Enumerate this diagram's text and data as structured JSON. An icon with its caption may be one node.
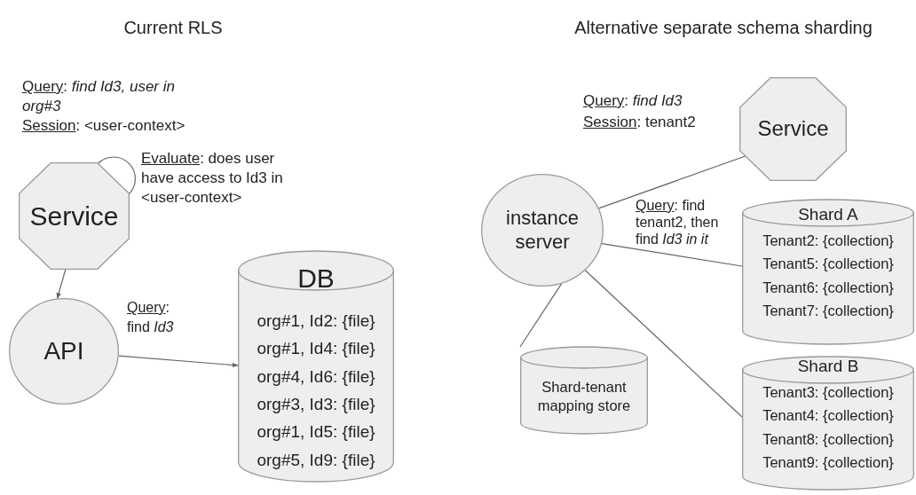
{
  "diagram": {
    "nodes": [
      {
        "text": [
          "Service"
        ],
        "beside": [
          "Query: *find Id3, user in org#3*",
          "Session: <user-context>",
          "Evaluate: does user have access to Id3 in <user-context>"
        ]
      },
      {
        "text": [
          "API"
        ]
      },
      {
        "text": [
          "DB",
          "org#1, Id2: {file}",
          "org#1, Id4: {file}",
          "org#4, Id6: {file}",
          "org#3, Id3: {file}",
          "org#1, Id5: {file}",
          "org#5, Id9: {file}"
        ]
      },
      {
        "text": [
          "Service"
        ],
        "beside": [
          "Query: *find Id3*",
          "Session: tenant2"
        ]
      },
      {
        "text": [
          "instance server"
        ]
      },
      {
        "text": [
          "Shard A",
          "Tenant2: {collection}",
          "Tenant5: {collection}",
          "Tenant6: {collection}",
          "Tenant7: {collection}"
        ]
      },
      {
        "text": [
          "Shard-tenant mapping store"
        ]
      },
      {
        "text": [
          "Shard B",
          "Tenant3: {collection}",
          "Tenant4: {collection}",
          "Tenant8: {collection}",
          "Tenant9: {collection}"
        ]
      }
    ],
    "edges": [
      {
        "from": 0,
        "to": 0,
        "arrow": "none"
      },
      {
        "from": 0,
        "to": 1,
        "arrow": "to"
      },
      {
        "from": 1,
        "to": 2,
        "arrow": "to",
        "label": "Query: find *Id3*"
      },
      {
        "from": 4,
        "to": 3,
        "arrow": "none"
      },
      {
        "from": 4,
        "to": 5,
        "arrow": "none",
        "label": "Query: find tenant2, then find *Id3 in it*"
      },
      {
        "from": 4,
        "to": 6,
        "arrow": "none"
      },
      {
        "from": 4,
        "to": 7,
        "arrow": "none"
      }
    ],
    "labels": [
      "Current RLS",
      "Alternative separate schema sharding"
    ]
  }
}
